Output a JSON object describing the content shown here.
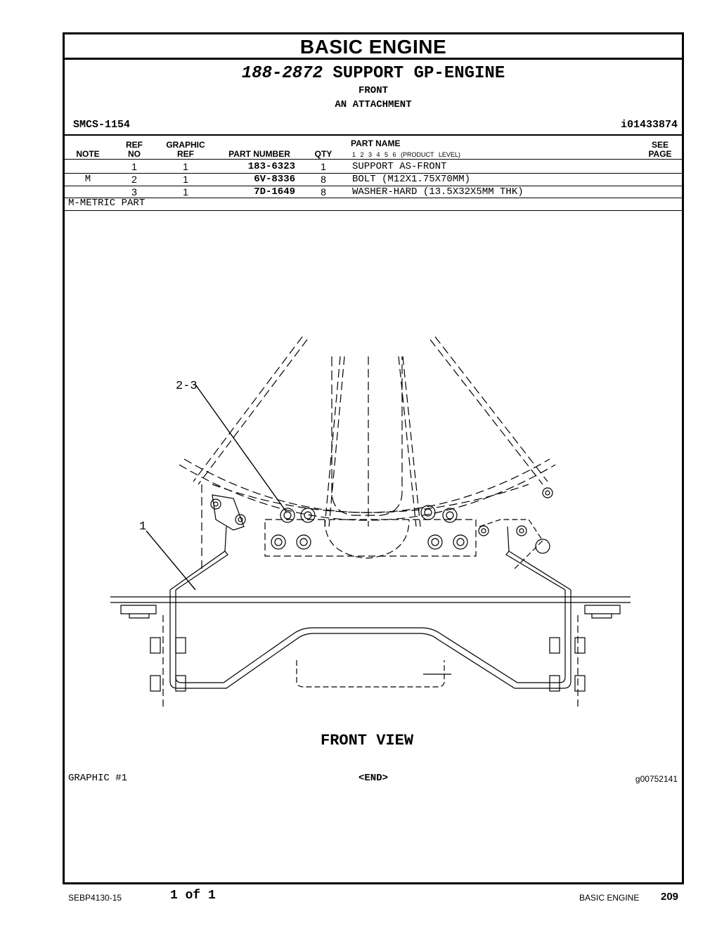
{
  "header": {
    "section_title": "BASIC ENGINE",
    "group_number": "188-2872",
    "group_name": "SUPPORT GP-ENGINE",
    "subtitle_1": "FRONT",
    "subtitle_2": "AN ATTACHMENT",
    "smcs": "SMCS-1154",
    "ident": "i01433874"
  },
  "table": {
    "col_note": "NOTE",
    "col_ref_1": "REF",
    "col_ref_2": "NO",
    "col_graphic_1": "GRAPHIC",
    "col_graphic_2": "REF",
    "col_part_number": "PART NUMBER",
    "col_qty": "QTY",
    "col_part_name": "PART NAME",
    "col_product_levels": "1   2   3   4   5   6   (PRODUCT LEVEL)",
    "col_see_1": "SEE",
    "col_see_2": "PAGE",
    "rows": [
      {
        "note": "",
        "ref": "1",
        "graphic": "1",
        "part_number": "183-6323",
        "qty": "1",
        "part_name": "SUPPORT AS-FRONT",
        "see": ""
      },
      {
        "note": "M",
        "ref": "2",
        "graphic": "1",
        "part_number": "6V-8336",
        "qty": "8",
        "part_name": "BOLT (M12X1.75X70MM)",
        "see": ""
      },
      {
        "note": "",
        "ref": "3",
        "graphic": "1",
        "part_number": "7D-1649",
        "qty": "8",
        "part_name": "WASHER-HARD (13.5X32X5MM THK)",
        "see": ""
      }
    ],
    "note_legend": "M-METRIC PART"
  },
  "graphic": {
    "callout_23": "2-3",
    "callout_1": "1",
    "view_label": "FRONT VIEW",
    "caption": "GRAPHIC #1",
    "end_marker": "<END>",
    "graphic_id": "g00752141"
  },
  "footer": {
    "doc_number": "SEBP4130-15",
    "page_of": "1 of 1",
    "section": "BASIC ENGINE",
    "page_number": "209"
  }
}
